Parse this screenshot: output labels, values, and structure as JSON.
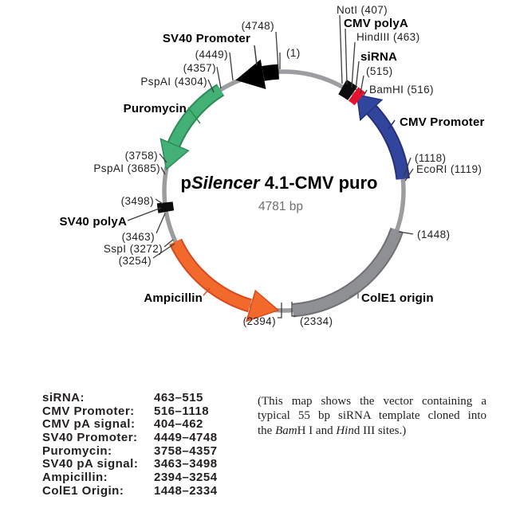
{
  "map": {
    "title_p": "p",
    "title_italic": "Silencer",
    "title_rest": " 4.1-CMV puro",
    "size_label": "4781 bp",
    "plasmid_length_bp": 4781,
    "labels": {
      "notI": "NotI (407)",
      "cmvPolyA": "CMV polyA",
      "hindIII": "HindIII (463)",
      "siRNA": "siRNA",
      "p515": "(515)",
      "bamHI": "BamHI (516)",
      "cmvPromoter": "CMV Promoter",
      "p1118": "(1118)",
      "ecoRI": "EcoRI (1119)",
      "p1448": "(1448)",
      "colE1": "ColE1 origin",
      "p2334": "(2334)",
      "p2394": "(2394)",
      "ampicillin": "Ampicillin",
      "p3254": "(3254)",
      "sspI": "SspI (3272)",
      "p3463": "(3463)",
      "sv40PolyA": "SV40 polyA",
      "p3498": "(3498)",
      "pspAI3685": "PspAI (3685)",
      "p3758": "(3758)",
      "puromycin": "Puromycin",
      "pspAI4304": "PspAI (4304)",
      "p4357": "(4357)",
      "p4449": "(4449)",
      "sv40Promoter": "SV40 Promoter",
      "p4748": "(4748)",
      "p1": "(1)"
    },
    "features": [
      {
        "name": "SV40 Promoter",
        "start": 4449,
        "end": 4748,
        "color": "#000000",
        "shape": "arrow"
      },
      {
        "name": "CMV polyA",
        "start": 404,
        "end": 462,
        "color": "#000000",
        "shape": "box"
      },
      {
        "name": "siRNA",
        "start": 463,
        "end": 515,
        "color": "#e8112d",
        "shape": "box"
      },
      {
        "name": "CMV Promoter",
        "start": 516,
        "end": 1118,
        "color": "#31459c",
        "shape": "arrow"
      },
      {
        "name": "ColE1 origin",
        "start": 1448,
        "end": 2334,
        "color": "#8e9093",
        "shape": "band"
      },
      {
        "name": "Ampicillin",
        "start": 2394,
        "end": 3254,
        "color": "#f2692c",
        "shape": "arrow"
      },
      {
        "name": "SV40 polyA",
        "start": 3463,
        "end": 3498,
        "color": "#000000",
        "shape": "box"
      },
      {
        "name": "Puromycin",
        "start": 3758,
        "end": 4357,
        "color": "#43b176",
        "shape": "arrow"
      }
    ]
  },
  "table": {
    "rows": [
      {
        "label": "siRNA:",
        "range": "463–515"
      },
      {
        "label": "CMV Promoter:",
        "range": "516–1118"
      },
      {
        "label": "CMV pA signal:",
        "range": "404–462"
      },
      {
        "label": "SV40 Promoter:",
        "range": "4449–4748"
      },
      {
        "label": "Puromycin:",
        "range": "3758–4357"
      },
      {
        "label": "SV40 pA signal:",
        "range": "3463–3498"
      },
      {
        "label": "Ampicillin:",
        "range": "2394–3254"
      },
      {
        "label": "ColE1 Origin:",
        "range": "1448–2334"
      }
    ]
  },
  "note": {
    "line1": "(This map shows the vector containing a",
    "line2": "typical 55 bp siRNA template cloned into",
    "line3": [
      "the ",
      "Bam",
      "H I and ",
      "Hin",
      "d III sites.)"
    ]
  }
}
